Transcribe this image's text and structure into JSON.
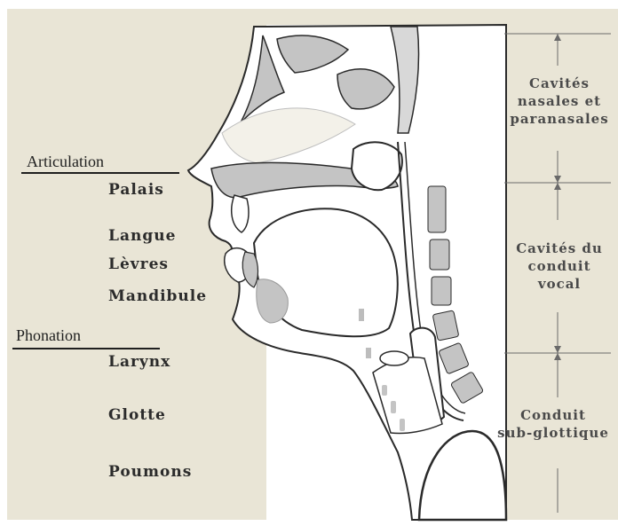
{
  "colors": {
    "background": "#e9e5d6",
    "tissue": "#ffffff",
    "bone": "#c4c4c4",
    "line": "#2a2a2a",
    "text": "#2b2b2b"
  },
  "left_groups": [
    {
      "heading": "Articulation",
      "items": [
        "Palais",
        "Langue",
        "Lèvres",
        "Mandibule"
      ]
    },
    {
      "heading": "Phonation",
      "items": [
        "Larynx",
        "Glotte",
        "Poumons"
      ]
    }
  ],
  "right_sections": [
    {
      "lines": [
        "Cavités",
        "nasales et",
        "paranasales"
      ]
    },
    {
      "lines": [
        "Cavités du",
        "conduit",
        "vocal"
      ]
    },
    {
      "lines": [
        "Conduit",
        "sub-glottique"
      ]
    }
  ]
}
